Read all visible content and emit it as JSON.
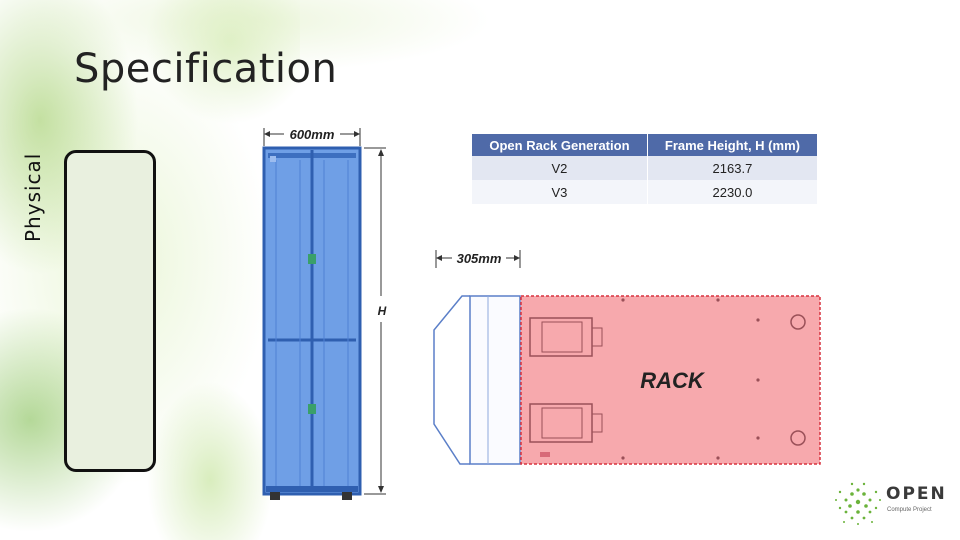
{
  "slide": {
    "title": "Specification",
    "side_label": "Physical"
  },
  "front_view": {
    "width_dimension": "600mm",
    "height_label": "H"
  },
  "top_view": {
    "depth_dimension": "305mm",
    "rack_label": "RACK"
  },
  "table": {
    "headers": [
      "Open Rack Generation",
      "Frame Height, H (mm)"
    ],
    "rows": [
      [
        "V2",
        "2163.7"
      ],
      [
        "V3",
        "2230.0"
      ]
    ]
  },
  "logo": {
    "name": "OPEN",
    "subtitle": "Compute Project"
  },
  "colors": {
    "rack_fill": "#6f9fe6",
    "rack_frame": "#2f5fb0",
    "rack_top_fill": "#f7a9ad",
    "rack_top_border": "#d8323f",
    "table_header": "#4f6aa8",
    "accent_green": "#6bb33b"
  }
}
